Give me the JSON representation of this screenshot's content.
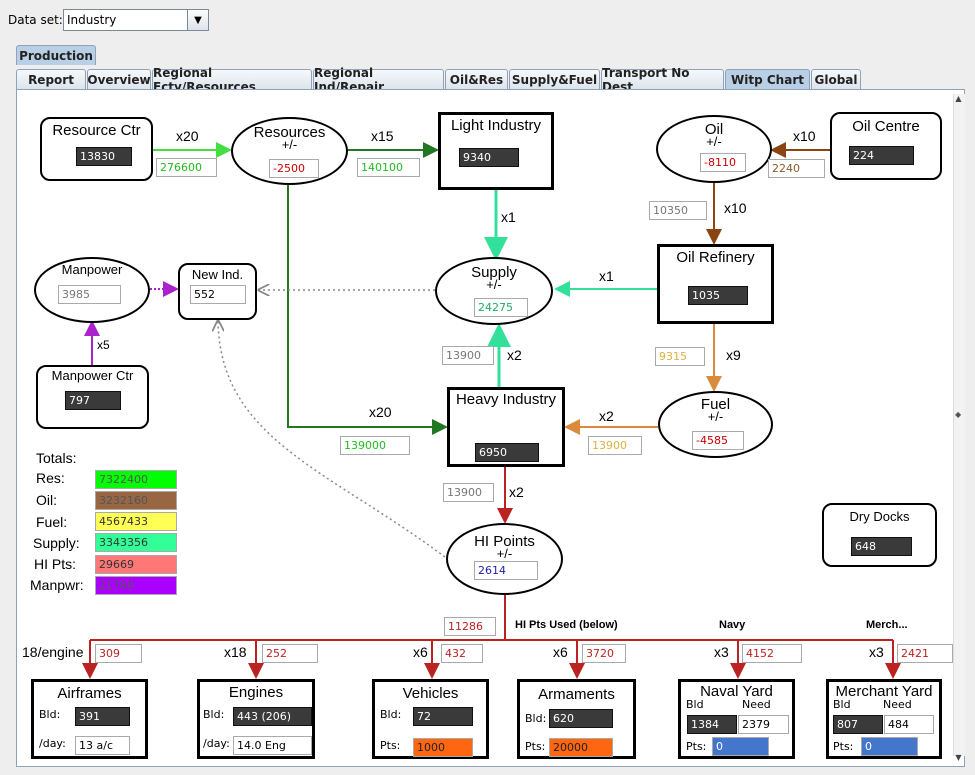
{
  "dataset": {
    "label": "Data set:",
    "value": "Industry"
  },
  "tabs_top": [
    "Production"
  ],
  "tabs": [
    "Report",
    "Overview",
    "Regional Fcty/Resources",
    "Regional Ind/Repair",
    "Oil&Res",
    "Supply&Fuel",
    "Transport No Dest",
    "Witp Chart",
    "Global"
  ],
  "nodes": {
    "resource_ctr": {
      "title": "Resource Ctr",
      "value": "13830"
    },
    "resources": {
      "title": "Resources",
      "sub": "+/-",
      "value": "-2500"
    },
    "light_industry": {
      "title": "Light Industry",
      "value": "9340"
    },
    "oil": {
      "title": "Oil",
      "sub": "+/-",
      "value": "-8110"
    },
    "oil_centre": {
      "title": "Oil Centre",
      "value": "224"
    },
    "manpower": {
      "title": "Manpower",
      "value": "3985"
    },
    "new_ind": {
      "title": "New Ind.",
      "value": "552"
    },
    "supply": {
      "title": "Supply",
      "sub": "+/-",
      "value": "24275"
    },
    "oil_refinery": {
      "title": "Oil Refinery",
      "value": "1035"
    },
    "manpower_ctr": {
      "title": "Manpower Ctr",
      "value": "797"
    },
    "heavy_industry": {
      "title": "Heavy Industry",
      "value": "6950"
    },
    "fuel": {
      "title": "Fuel",
      "sub": "+/-",
      "value": "-4585"
    },
    "hi_points": {
      "title": "HI Points",
      "sub": "+/-",
      "value": "2614"
    },
    "dry_docks": {
      "title": "Dry Docks",
      "value": "648"
    }
  },
  "flows": {
    "res_ctr_to_res": {
      "mult": "x20",
      "value": "276600"
    },
    "res_to_light": {
      "mult": "x15",
      "value": "140100"
    },
    "light_to_supply": {
      "mult": "x1"
    },
    "oilc_to_oil": {
      "mult": "x10",
      "value": "2240"
    },
    "oil_to_ref": {
      "mult": "x10",
      "value": "10350"
    },
    "ref_to_supply": {
      "mult": "x1"
    },
    "mp_ctr_to_mp": {
      "mult": "x5"
    },
    "heavy_to_supply": {
      "mult": "x2",
      "value": "13900"
    },
    "ref_to_fuel": {
      "mult": "x9",
      "value": "9315"
    },
    "res_to_heavy": {
      "mult": "x20",
      "value": "139000"
    },
    "fuel_to_heavy": {
      "mult": "x2",
      "value": "13900"
    },
    "heavy_to_hi": {
      "mult": "x2",
      "value": "13900"
    },
    "hi_used": {
      "value": "11286",
      "label": "HI Pts Used (below)"
    }
  },
  "totals": {
    "title": "Totals:",
    "rows": [
      {
        "label": "Res:",
        "value": "7322400",
        "color": "#00ff00",
        "text": "#555555"
      },
      {
        "label": "Oil:",
        "value": "3232160",
        "color": "#996644",
        "text": "#555555"
      },
      {
        "label": "Fuel:",
        "value": "4567433",
        "color": "#ffff55",
        "text": "#333333"
      },
      {
        "label": "Supply:",
        "value": "3343356",
        "color": "#33ff99",
        "text": "#333333"
      },
      {
        "label": "HI Pts:",
        "value": "29669",
        "color": "#ff7777",
        "text": "#333333"
      },
      {
        "label": "Manpwr:",
        "value": "21780",
        "color": "#aa00ff",
        "text": "#555555"
      }
    ]
  },
  "outputs": {
    "navy_label": "Navy",
    "merch_label": "Merch...",
    "airframes": {
      "mult": "18/engine",
      "value": "309",
      "title": "Airframes",
      "bld_label": "Bld:",
      "bld": "391",
      "day_label": "/day:",
      "day": "13 a/c"
    },
    "engines": {
      "mult": "x18",
      "value": "252",
      "title": "Engines",
      "bld_label": "Bld:",
      "bld": "443 (206)",
      "day_label": "/day:",
      "day": "14.0 Eng"
    },
    "vehicles": {
      "mult": "x6",
      "value": "432",
      "title": "Vehicles",
      "bld_label": "Bld:",
      "bld": "72",
      "pts_label": "Pts:",
      "pts": "1000"
    },
    "armaments": {
      "mult": "x6",
      "value": "3720",
      "title": "Armaments",
      "bld_label": "Bld:",
      "bld": "620",
      "pts_label": "Pts:",
      "pts": "20000"
    },
    "naval_yard": {
      "mult": "x3",
      "value": "4152",
      "title": "Naval Yard",
      "bld_label": "Bld",
      "need_label": "Need",
      "bld": "1384",
      "need": "2379",
      "pts_label": "Pts:",
      "pts": "0"
    },
    "merchant_yard": {
      "mult": "x3",
      "value": "2421",
      "title": "Merchant Yard",
      "bld_label": "Bld",
      "need_label": "Need",
      "bld": "807",
      "need": "484",
      "pts_label": "Pts:",
      "pts": "0"
    }
  },
  "colors": {
    "res_green": "#00dd00",
    "light_green": "#33cc33",
    "dark_green": "#227722",
    "supply_teal": "#33e099",
    "oil_brown": "#8b4513",
    "fuel_orange": "#d98a3a",
    "hi_red": "#bb2222",
    "manpower_purple": "#aa22cc"
  }
}
